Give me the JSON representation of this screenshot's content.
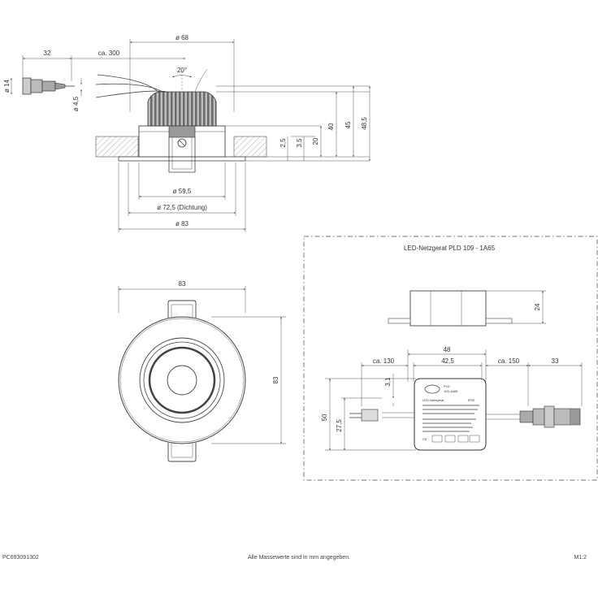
{
  "top_view": {
    "d68": "ø 68",
    "d32": "32",
    "ca300": "ca. 300",
    "angle": "20°",
    "d14": "ø 14",
    "d4_5": "ø 4,5",
    "h40": "40",
    "h45": "45",
    "h48_5": "48,5",
    "h2_5": "2,5",
    "h3_5": "3,5",
    "h20": "20",
    "d59_5": "ø 59,5",
    "d72_5": "ø 72,5 (Dichtung)",
    "d83": "ø 83"
  },
  "front_view": {
    "w83": "83",
    "h83": "83"
  },
  "driver": {
    "title": "LED-Netzgerat PLD 109 - 1A65",
    "h24": "24",
    "w48": "48",
    "w42_5": "42,5",
    "ca130": "ca. 130",
    "ca150": "ca. 150",
    "w33": "33",
    "h3_1": "3,1",
    "h27_5": "27,5",
    "h50": "50",
    "label_model": "PLD",
    "label_code": "109-1A65",
    "label_name": "LED-Netzgerat",
    "label_ip": "IP20"
  },
  "footer": {
    "code": "PC693091302",
    "note": "Alle Massewerte sind in mm angegeben.",
    "scale": "M1:2"
  }
}
